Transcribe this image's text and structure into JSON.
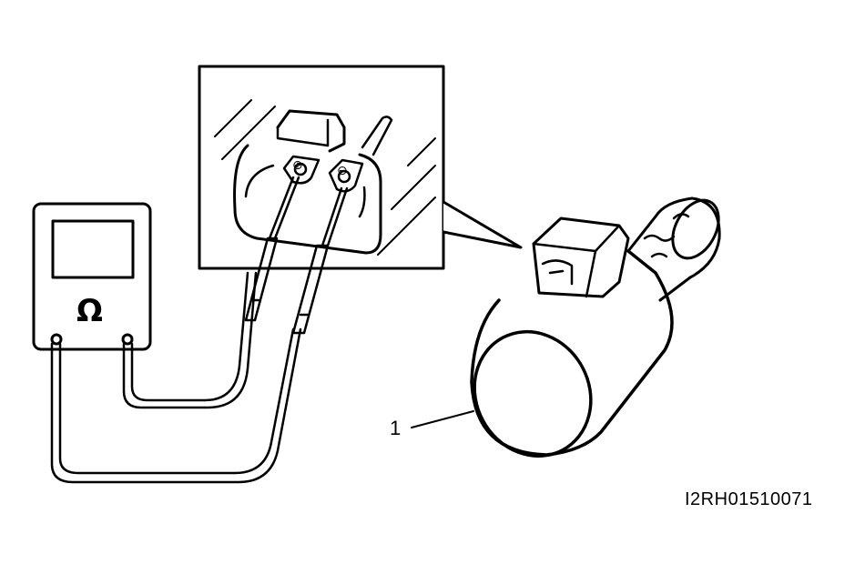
{
  "diagram": {
    "meter_symbol": "Ω",
    "plus_terminal": "⊕",
    "minus_terminal": "⊖",
    "callout_number": "1",
    "figure_id": "I2RH01510071"
  },
  "colors": {
    "line": "#000000",
    "background": "#ffffff"
  }
}
